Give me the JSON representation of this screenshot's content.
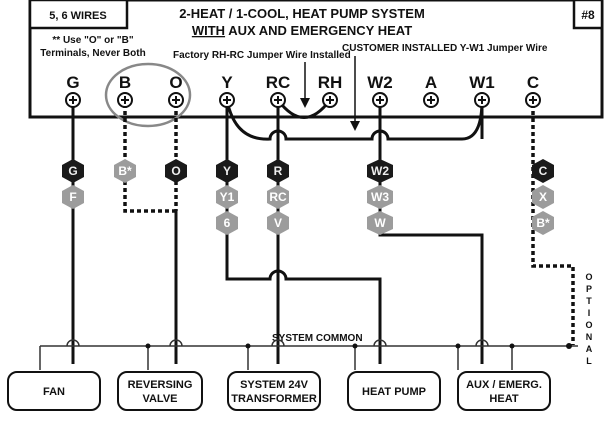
{
  "wire_count_label": "5, 6 WIRES",
  "diagram_number": "#8",
  "title_line1": "2-HEAT / 1-COOL, HEAT PUMP SYSTEM",
  "title_line2_prefix": "WITH",
  "title_line2_rest": " AUX AND EMERGENCY HEAT",
  "note_use_o_or_b_line1": "** Use \"O\" or \"B\"",
  "note_use_o_or_b_line2": "Terminals, Never Both",
  "note_factory_jumper": "Factory RH-RC Jumper Wire Installed",
  "note_customer_jumper": "CUSTOMER INSTALLED Y-W1 Jumper Wire",
  "terminals": [
    "G",
    "B",
    "O",
    "Y",
    "RC",
    "RH",
    "W2",
    "A",
    "W1",
    "C"
  ],
  "equipment_labels": {
    "G": [
      "G",
      "F"
    ],
    "B": [
      "B*"
    ],
    "O": [
      "O"
    ],
    "Y": [
      "Y",
      "Y1",
      "6"
    ],
    "RC": [
      "R",
      "RC",
      "V"
    ],
    "W2": [
      "W2",
      "W3",
      "W"
    ],
    "C": [
      "C",
      "X",
      "B*"
    ]
  },
  "system_common_label": "SYSTEM COMMON",
  "optional_label": "OPTIONAL",
  "devices": {
    "fan": [
      "FAN"
    ],
    "reversing_valve": [
      "REVERSING",
      "VALVE"
    ],
    "transformer": [
      "SYSTEM 24V",
      "TRANSFORMER"
    ],
    "heat_pump": [
      "HEAT PUMP"
    ],
    "aux_emerg": [
      "AUX / EMERG.",
      "HEAT"
    ]
  }
}
